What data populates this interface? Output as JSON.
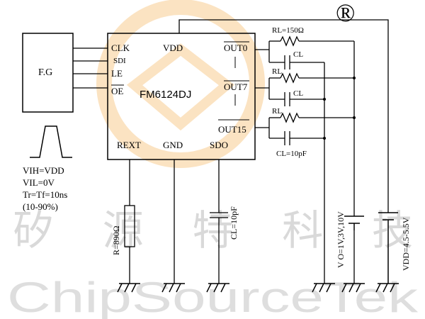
{
  "chip": {
    "name": "FM6124DJ",
    "pins": {
      "clk": "CLK",
      "sdi": "SDI",
      "le": "LE",
      "oe": "OE",
      "vdd": "VDD",
      "out0": "OUT0",
      "out7": "OUT7",
      "out15": "OUT15",
      "rext": "REXT",
      "gnd": "GND",
      "sdo": "SDO"
    }
  },
  "function_generator": {
    "label": "F.G"
  },
  "pulse_spec": {
    "vih": "VIH=VDD",
    "vil": "VIL=0V",
    "tr_tf": "Tr=Tf=10ns",
    "range": "(10-90%)"
  },
  "components": {
    "rl_top": "RL=150Ω",
    "rl_mid": "RL",
    "rl_low": "RL",
    "cl_top": "CL",
    "cl_mid": "CL",
    "cl_bottom": "CL=10pF",
    "r_ext": "R=890Ω",
    "cl_sdo": "CL=10pF",
    "vo_source": "V O=1V,3V,10V",
    "vdd_source": "VDD=4.5-5.5V"
  },
  "watermark": {
    "chinese": "矽源特科技",
    "english": "ChipSourceTek",
    "registered": "®"
  },
  "colors": {
    "line": "#000000",
    "watermark_gray": "#d9d9d9",
    "logo_orange": "#f6c98a"
  }
}
